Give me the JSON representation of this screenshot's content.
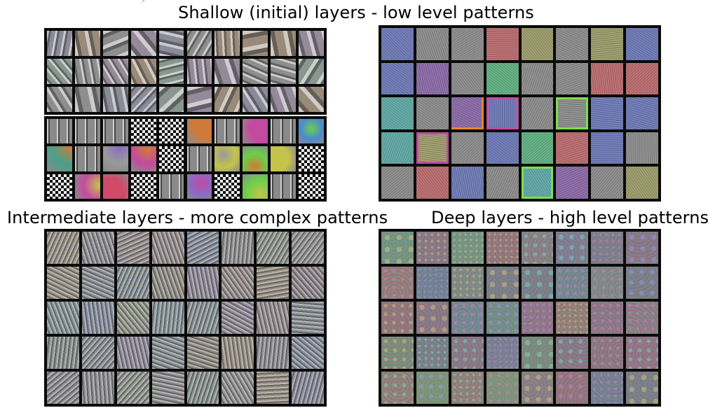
{
  "captions": {
    "shallow": "Shallow (initial) layers - low level patterns",
    "intermediate": "Intermediate layers - more complex patterns",
    "deep": "Deep layers - high level patterns"
  },
  "grids": {
    "shallow_filters_top": {
      "rows": 3,
      "cols": 10
    },
    "shallow_filters_bottom": {
      "rows": 3,
      "cols": 10
    },
    "shallow_feature_maps": {
      "rows": 5,
      "cols": 8
    },
    "intermediate_feature_maps": {
      "rows": 5,
      "cols": 8
    },
    "deep_feature_maps": {
      "rows": 5,
      "cols": 8
    }
  },
  "colors": {
    "grid_border": "#0a0a0a",
    "neutral_gray": "#8a8a8a",
    "purple": "#8a68a6",
    "teal": "#5fa6a4",
    "blue": "#6c78b4",
    "green": "#5fae80",
    "salmon": "#b86a6c",
    "olive": "#9a9a6a",
    "pink": "#c44aa0",
    "orange": "#e08a2a",
    "lime": "#7ae04a"
  }
}
